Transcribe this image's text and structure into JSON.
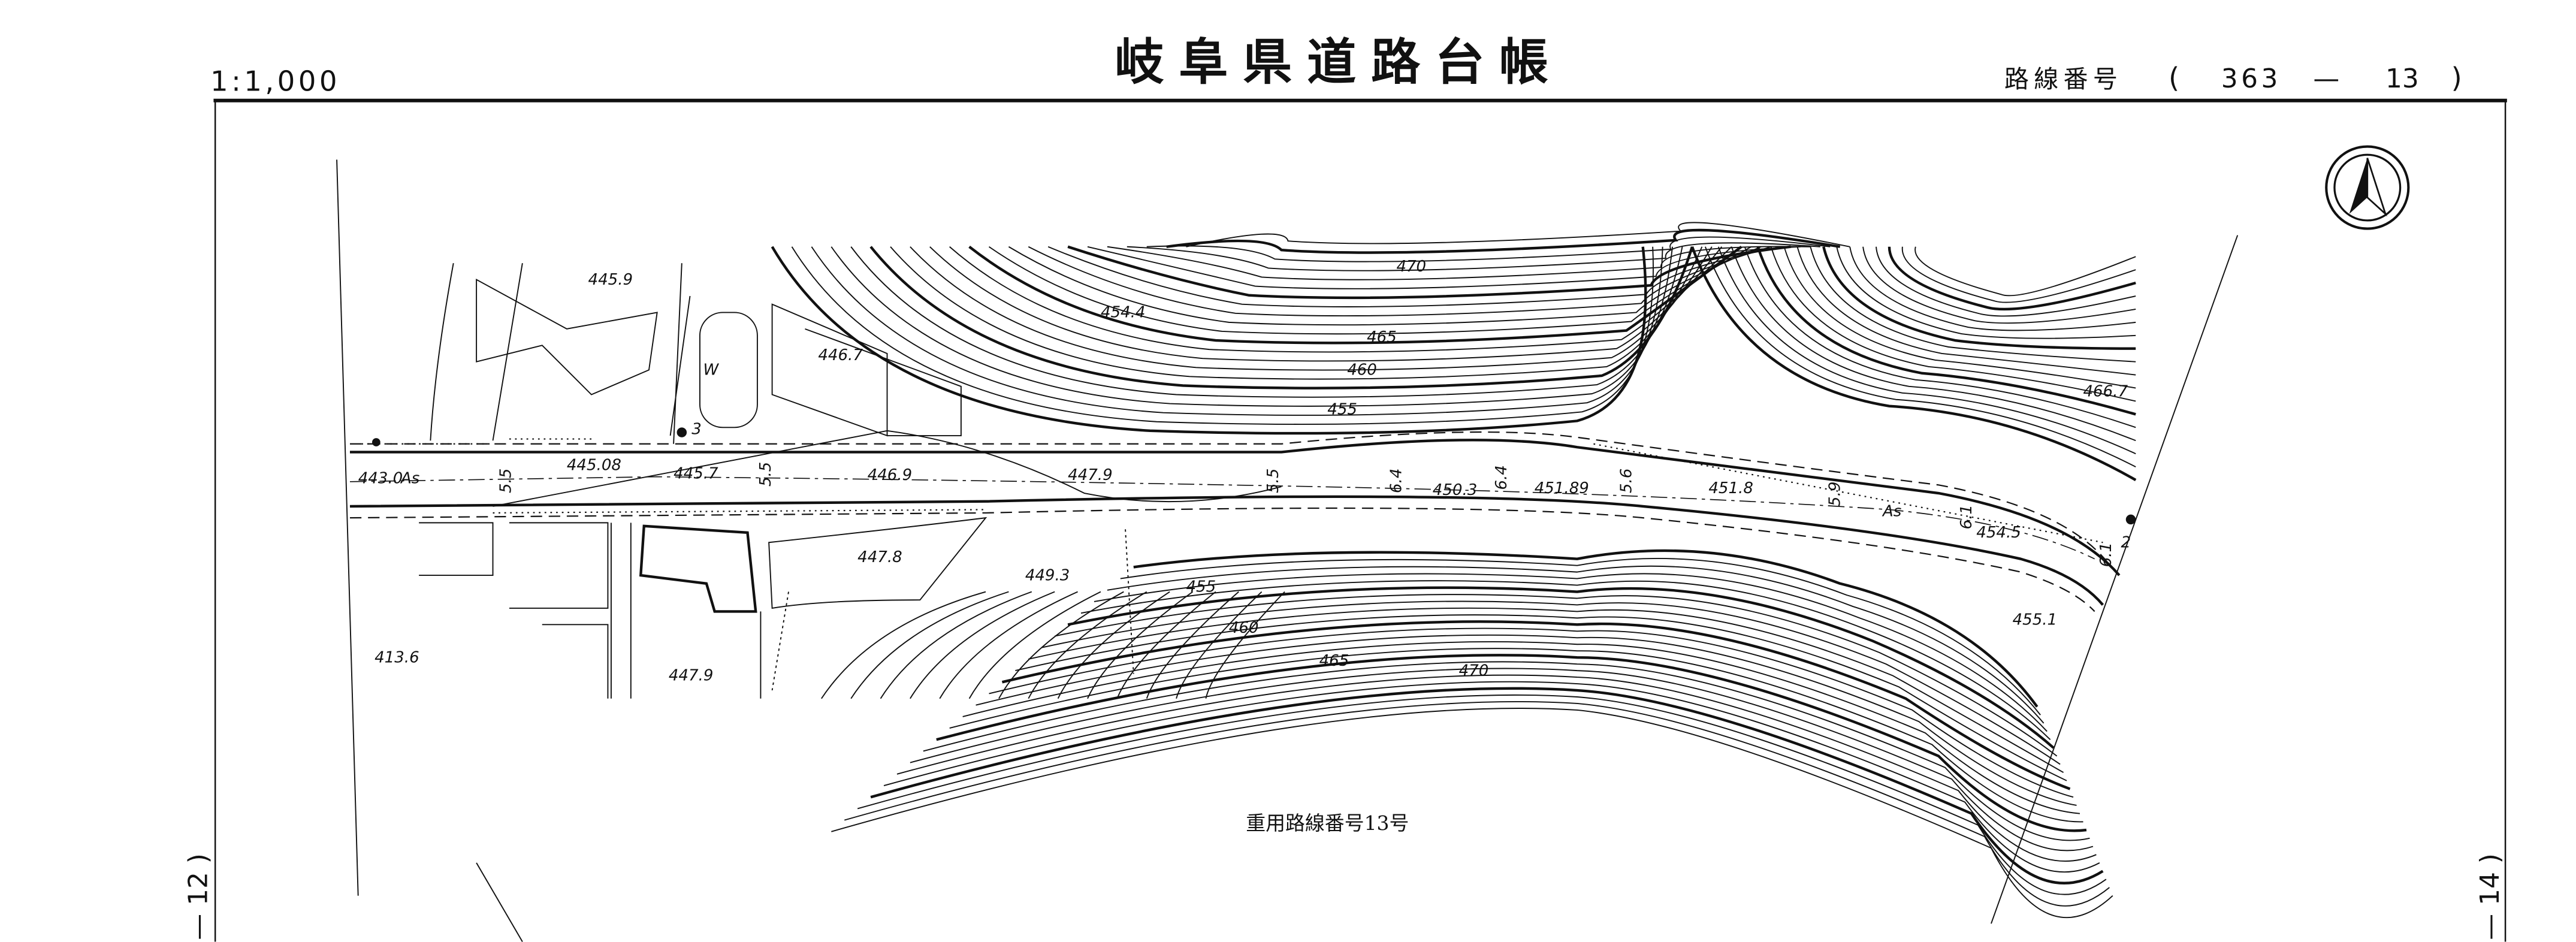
{
  "header": {
    "scale": "1:1,000",
    "title": "岐阜県道路台帳",
    "route_label": "路線番号",
    "route_open": "(",
    "route_number": "363",
    "route_dash": "—",
    "sheet_number": "13",
    "route_close": ")"
  },
  "adjacent_sheets": {
    "left": "— 12 )",
    "right": "— 14 )"
  },
  "map": {
    "note": "重用路線番号13号",
    "elevations_north": [
      "445.9",
      "446.7",
      "454.4",
      "470",
      "465",
      "460",
      "455",
      "466.7"
    ],
    "road_points": [
      "443.0",
      "As",
      "445.08",
      "445.7",
      "446.9",
      "447.9",
      "450.3",
      "451.89",
      "451.8",
      "As",
      "454.5"
    ],
    "road_widths": [
      "5.5",
      "5.5",
      "5.5",
      "6.4",
      "6.4",
      "5.6",
      "5.9",
      "6.1",
      "6.1"
    ],
    "elevations_south": [
      "447.8",
      "449.3",
      "455",
      "460",
      "465",
      "470",
      "455.1",
      "413.6",
      "447.9"
    ],
    "markers": {
      "pond": "W",
      "point_3": "3",
      "point_2": "2"
    }
  }
}
